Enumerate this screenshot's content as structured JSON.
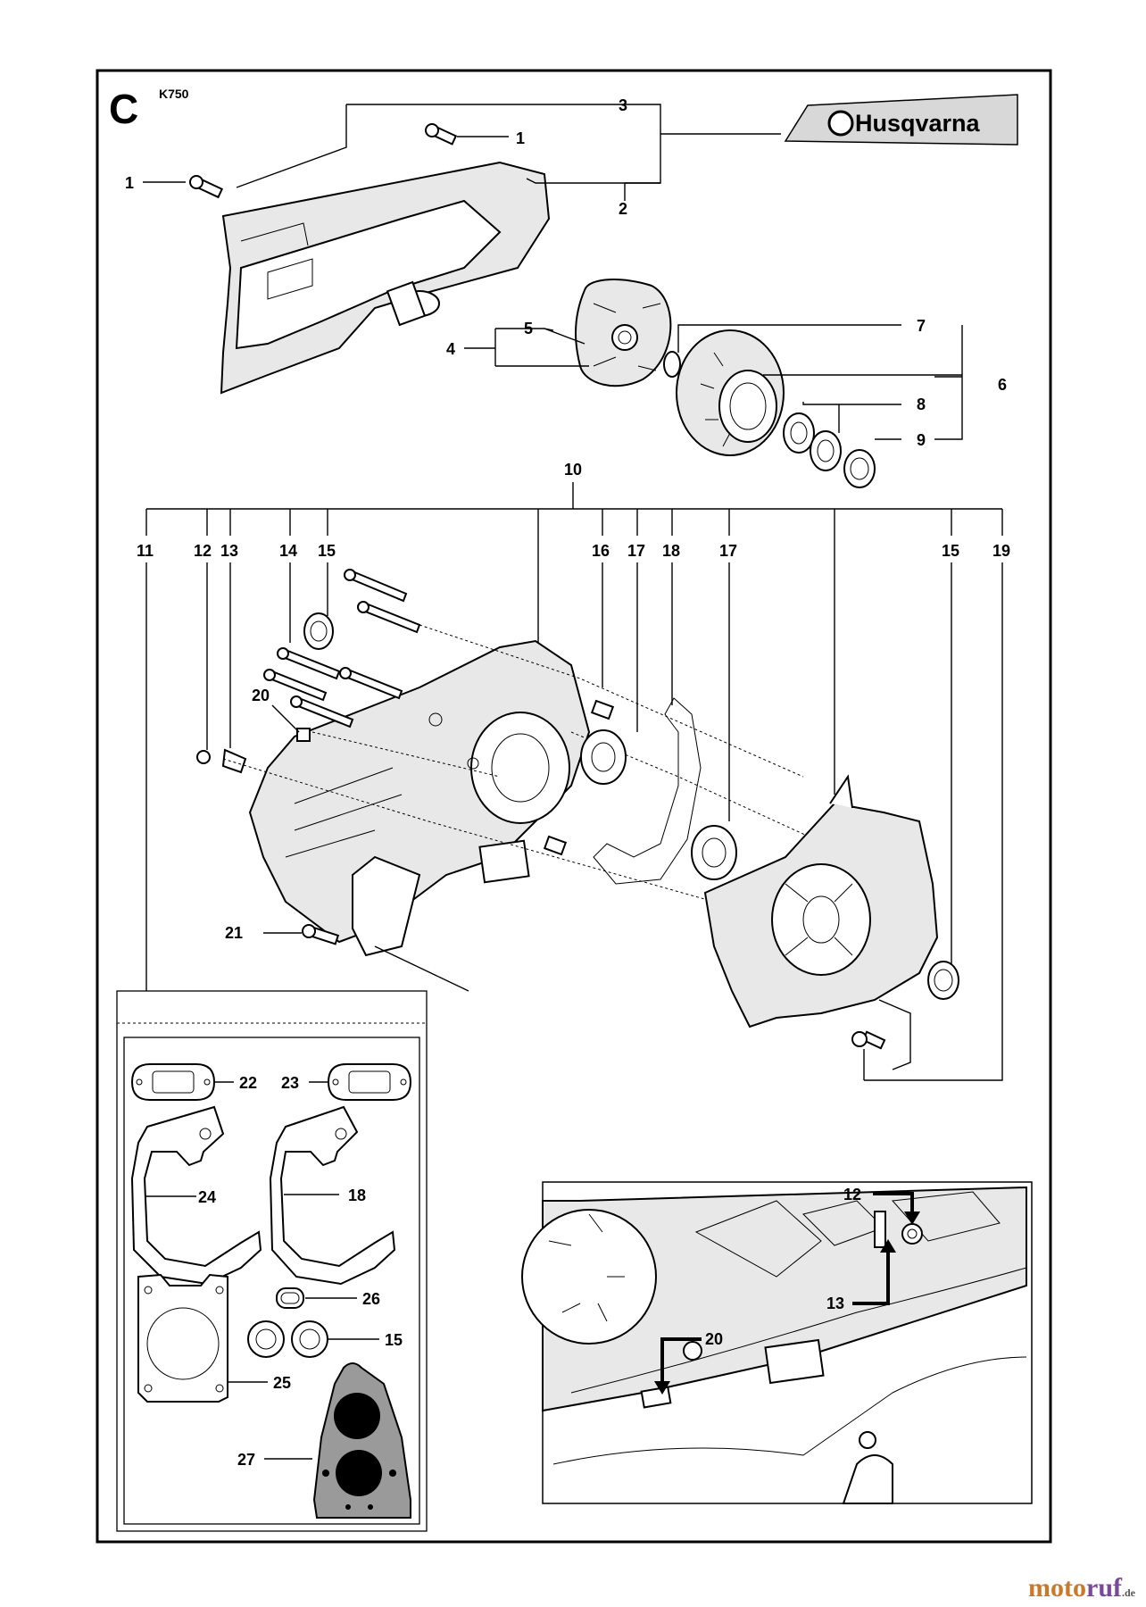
{
  "section_letter": "C",
  "model": "K750",
  "brand": "Husqvarna",
  "watermark": {
    "main_a": "moto",
    "main_b": "ruf",
    "tld": ".de"
  },
  "callouts": {
    "c1a": "1",
    "c1b": "1",
    "c2": "2",
    "c3": "3",
    "c4": "4",
    "c5": "5",
    "c6": "6",
    "c7": "7",
    "c8": "8",
    "c9": "9",
    "c10": "10",
    "c11": "11",
    "c12": "12",
    "c13": "13",
    "c14": "14",
    "c15a": "15",
    "c16": "16",
    "c17a": "17",
    "c18": "18",
    "c17b": "17",
    "c15b": "15",
    "c19": "19",
    "c20": "20",
    "c21": "21",
    "k22": "22",
    "k23": "23",
    "k24": "24",
    "k18": "18",
    "k26": "26",
    "k15": "15",
    "k25": "25",
    "k27": "27",
    "i12": "12",
    "i13": "13",
    "i20": "20"
  },
  "colors": {
    "line": "#000000",
    "watermark_orange": "#c8792a",
    "watermark_purple": "#7a4a9a"
  }
}
